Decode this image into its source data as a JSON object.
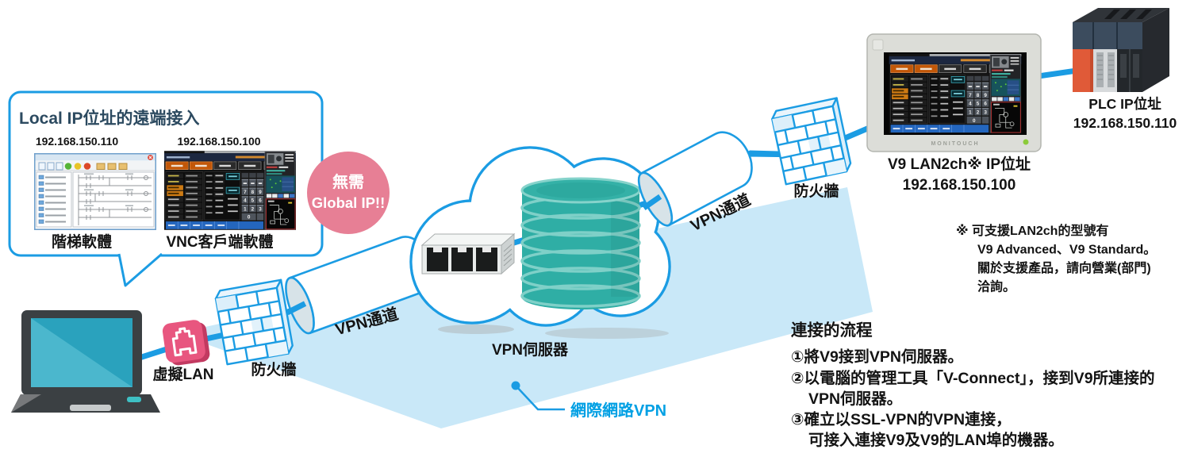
{
  "colors": {
    "line_blue": "#1B9CE3",
    "plane_blue": "#C9E8F8",
    "badge_pink": "#E77F95",
    "lan_pink": "#E8567F",
    "db_teal": "#2FAEA5",
    "internet_vpn_blue": "#00A0E4",
    "title_navy": "#2C4A60"
  },
  "bubble": {
    "title": "Local IP位址的遠端接入",
    "left": {
      "ip": "192.168.150.110",
      "caption": "階梯軟體"
    },
    "right": {
      "ip": "192.168.150.100",
      "caption": "VNC客戶端軟體"
    }
  },
  "badge": {
    "line1": "無需",
    "line2": "Global IP!!"
  },
  "labels": {
    "virtual_lan": "虛擬LAN",
    "firewall_left": "防火牆",
    "firewall_right": "防火牆",
    "tunnel_left": "VPN通道",
    "tunnel_right": "VPN通道",
    "vpn_server": "VPN伺服器",
    "internet_vpn": "網際網路VPN"
  },
  "v9": {
    "line1": "V9 LAN2ch※ IP位址",
    "line2": "192.168.150.100",
    "brand": "MONITOUCH"
  },
  "plc": {
    "line1": "PLC IP位址",
    "line2": "192.168.150.110"
  },
  "note": {
    "line1": "※ 可支援LAN2ch的型號有",
    "line2": "V9 Advanced、V9 Standard。",
    "line3": "關於支援產品，請向營業(部門)",
    "line4": "洽詢。"
  },
  "flow": {
    "title": "連接的流程",
    "step1": "①將V9接到VPN伺服器。",
    "step2": "②以電腦的管理工具「V-Connect」，接到V9所連接的",
    "step2b": "VPN伺服器。",
    "step3": "③確立以SSL-VPN的VPN連接，",
    "step3b": "可接入連接V9及V9的LAN埠的機器。"
  },
  "vnc_keys": {
    "k7": "7",
    "k8": "8",
    "k9": "9",
    "k4": "4",
    "k5": "5",
    "k6": "6",
    "k1": "1",
    "k2": "2",
    "k3": "3",
    "k0": "0"
  }
}
